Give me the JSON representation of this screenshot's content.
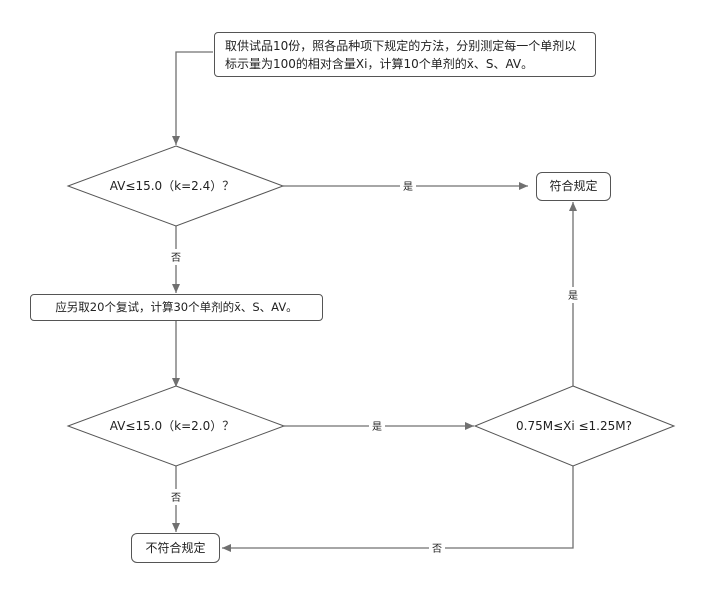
{
  "nodes": {
    "start": "取供试品10份，照各品种项下规定的方法，分别测定每一个单剂以标示量为100的相对含量Xi，计算10个单剂的x̄、S、AV。",
    "decision1": "AV≤15.0（k=2.4）？",
    "retest": "应另取20个复试，计算30个单剂的x̄、S、AV。",
    "decision2": "AV≤15.0（k=2.0）？",
    "decision3": "0.75M≤Xi ≤1.25M?",
    "pass": "符合规定",
    "fail": "不符合规定"
  },
  "edge_labels": {
    "d1_yes": "是",
    "d1_no": "否",
    "d2_yes": "是",
    "d2_no": "否",
    "d3_yes": "是",
    "d3_no": "否"
  }
}
